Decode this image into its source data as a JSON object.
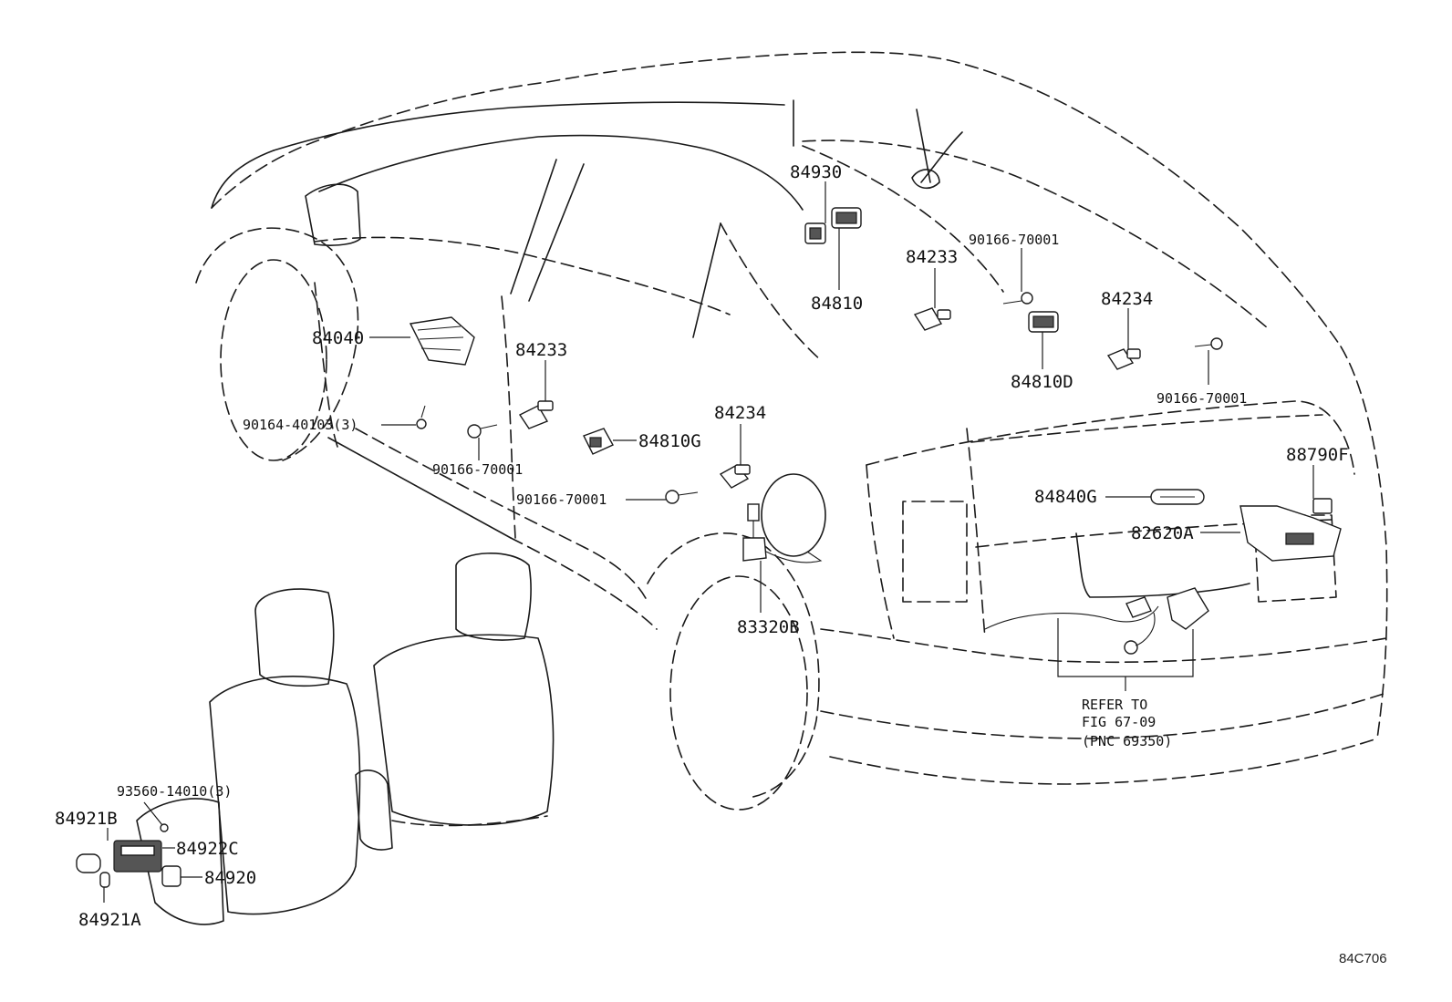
{
  "labels": {
    "p84930": "84930",
    "p84810": "84810",
    "p84040": "84040",
    "p84233_a": "84233",
    "p90164": "90164-40103(3)",
    "p90166_a": "90166-70001",
    "p84810g": "84810G",
    "p84234_a": "84234",
    "p90166_b": "90166-70001",
    "p83320b": "83320B",
    "p90166_c": "90166-70001",
    "p84233_b": "84233",
    "p84810d": "84810D",
    "p84234_b": "84234",
    "p90166_d": "90166-70001",
    "p88790f": "88790F",
    "p84840g": "84840G",
    "p82620a": "82620A",
    "refer_line1": "REFER TO",
    "refer_line2": "FIG 67-09",
    "refer_line3": "(PNC 69350)",
    "p93560": "93560-14010(3)",
    "p84921b": "84921B",
    "p84922c": "84922C",
    "p84920": "84920",
    "p84921a": "84921A"
  },
  "figure_code": "84C706"
}
